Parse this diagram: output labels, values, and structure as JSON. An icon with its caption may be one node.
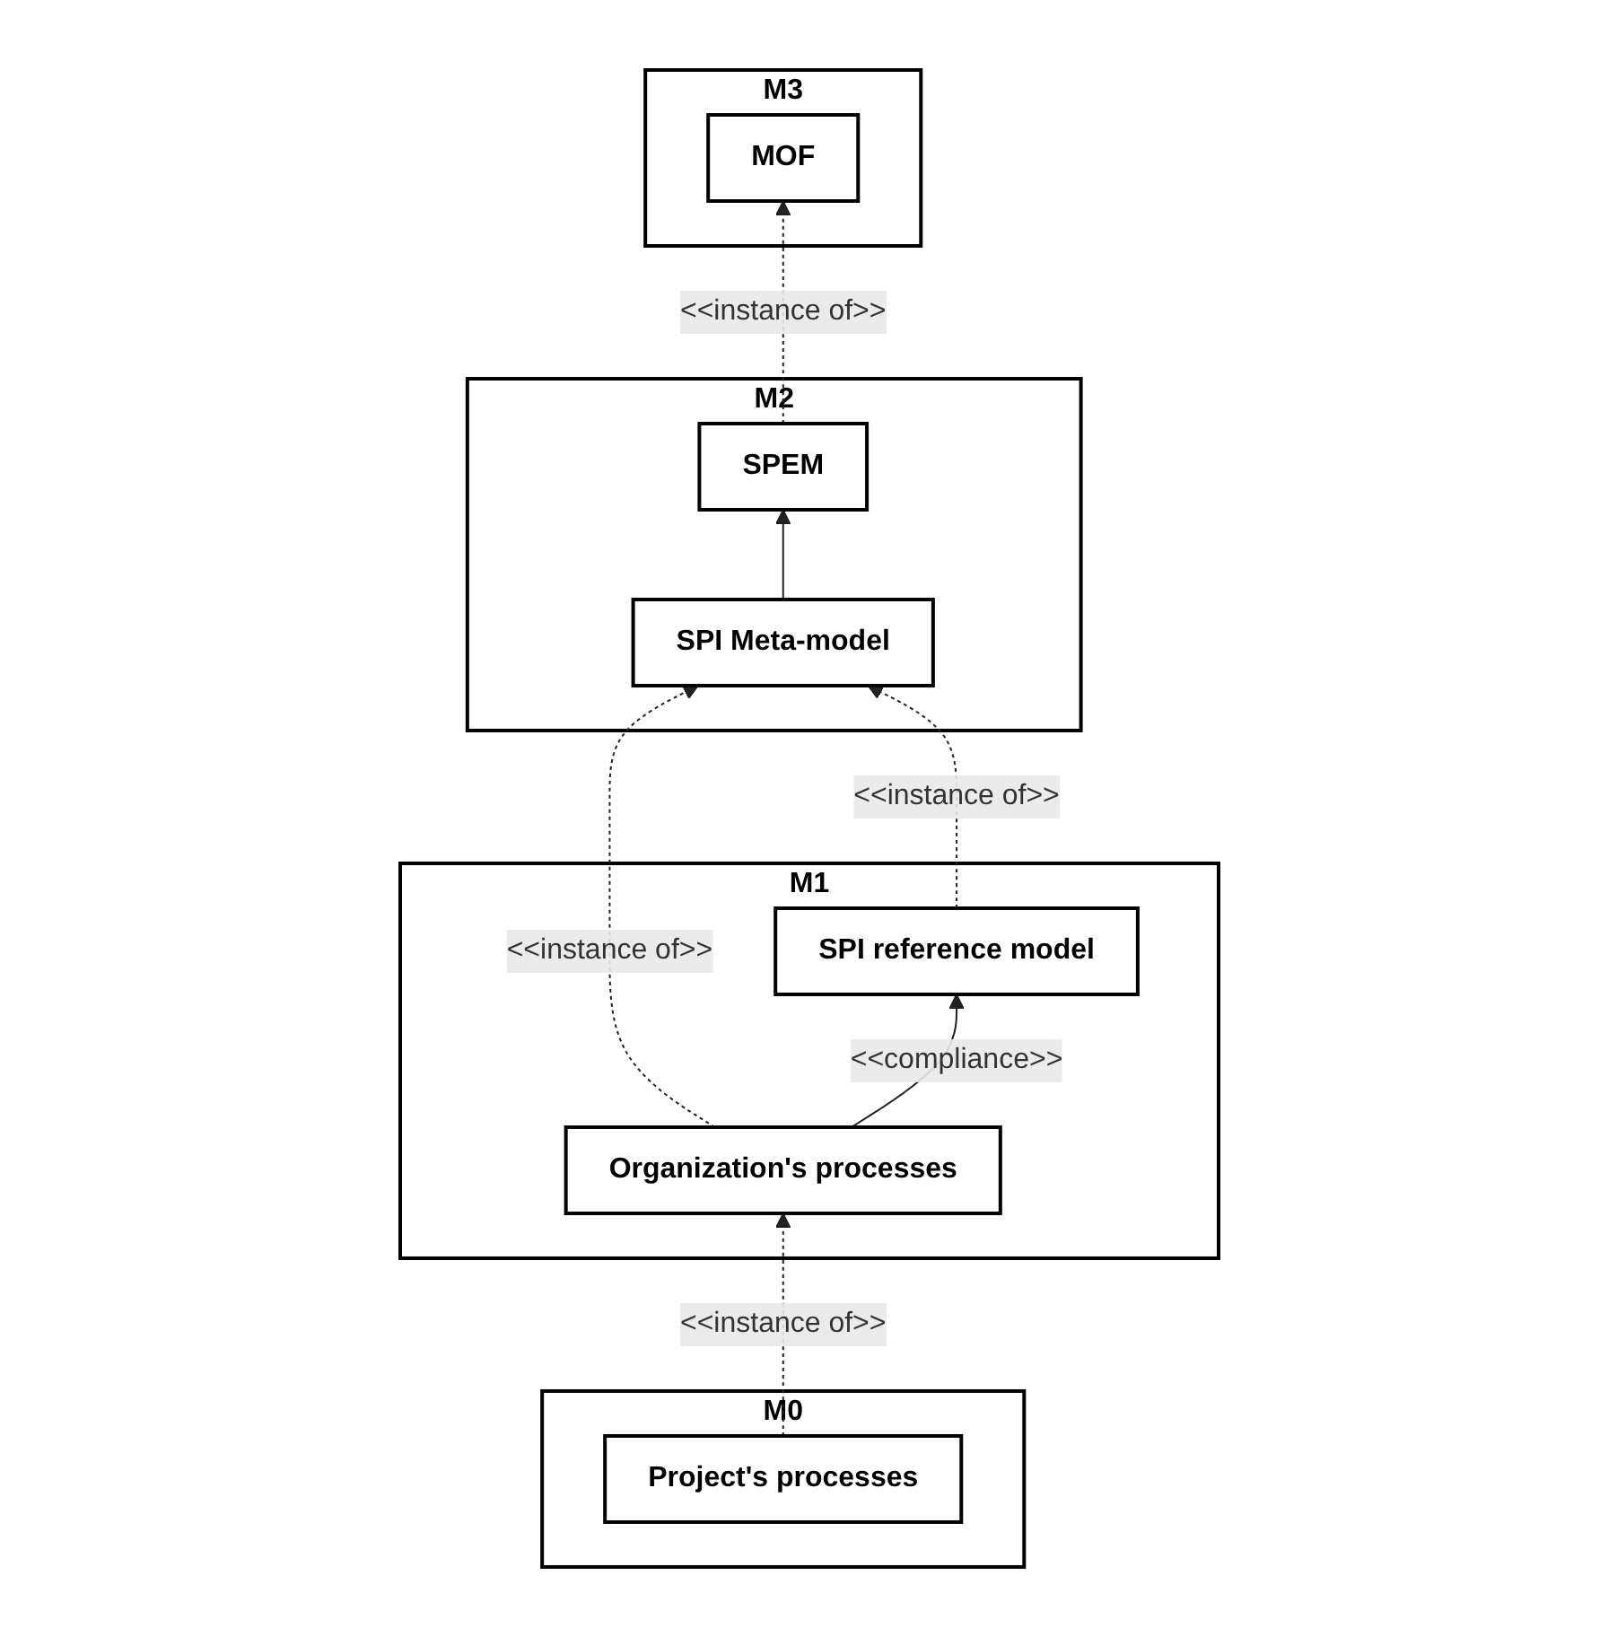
{
  "diagram": {
    "nodes": [
      {
        "text": [
          "M3"
        ]
      },
      {
        "text": [
          "MOF"
        ],
        "in": 0
      },
      {
        "text": [
          "M2"
        ]
      },
      {
        "text": [
          "SPEM"
        ],
        "in": 2
      },
      {
        "text": [
          "SPI Meta-model"
        ],
        "in": 2
      },
      {
        "text": [
          "M1"
        ]
      },
      {
        "text": [
          "Organization's processes"
        ],
        "in": 5
      },
      {
        "text": [
          "SPI reference model"
        ],
        "in": 5
      },
      {
        "text": [
          "M0"
        ]
      },
      {
        "text": [
          "Project's processes"
        ],
        "in": 8
      }
    ],
    "edges": [
      {
        "from": 3,
        "to": 1,
        "arrow": "to",
        "style": "dashed",
        "label": "<<instance of>>"
      },
      {
        "from": 4,
        "to": 3,
        "arrow": "to"
      },
      {
        "from": 6,
        "to": 4,
        "arrow": "to",
        "style": "dashed",
        "label": "<<instance of>>"
      },
      {
        "from": 7,
        "to": 4,
        "arrow": "to",
        "style": "dashed",
        "label": "<<instance of>>"
      },
      {
        "from": 6,
        "to": 7,
        "arrow": "to",
        "label": "<<compliance>>"
      },
      {
        "from": 9,
        "to": 6,
        "arrow": "to",
        "style": "dashed",
        "label": "<<instance of>>"
      }
    ]
  }
}
